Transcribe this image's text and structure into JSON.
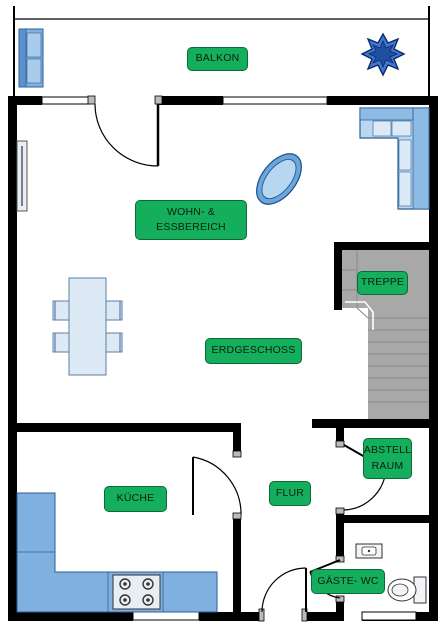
{
  "rooms": {
    "balkon": "BALKON",
    "wohn_ess": "WOHN- &\nESSBEREICH",
    "treppe": "TREPPE",
    "erdgeschoss": "ERDGESCHOSS",
    "abstellraum": "ABSTELL\nRAUM",
    "kueche": "KÜCHE",
    "flur": "FLUR",
    "gaeste_wc": "GÄSTE- WC"
  },
  "colors": {
    "wall": "#000000",
    "label_fill": "#14ae5c",
    "label_border": "#0b6b36",
    "furniture_blue": "#7fb0e0",
    "furniture_light": "#cfe3f3",
    "stair_gray": "#a8a8a8",
    "plant": "#1f4fa0"
  },
  "icons": [
    "sofa-icon",
    "plant-icon",
    "table-icon",
    "chair-icon",
    "stove-icon",
    "sink-icon",
    "toilet-icon",
    "door-swing-icon",
    "stairs-icon",
    "radiator-icon",
    "rug-icon"
  ]
}
